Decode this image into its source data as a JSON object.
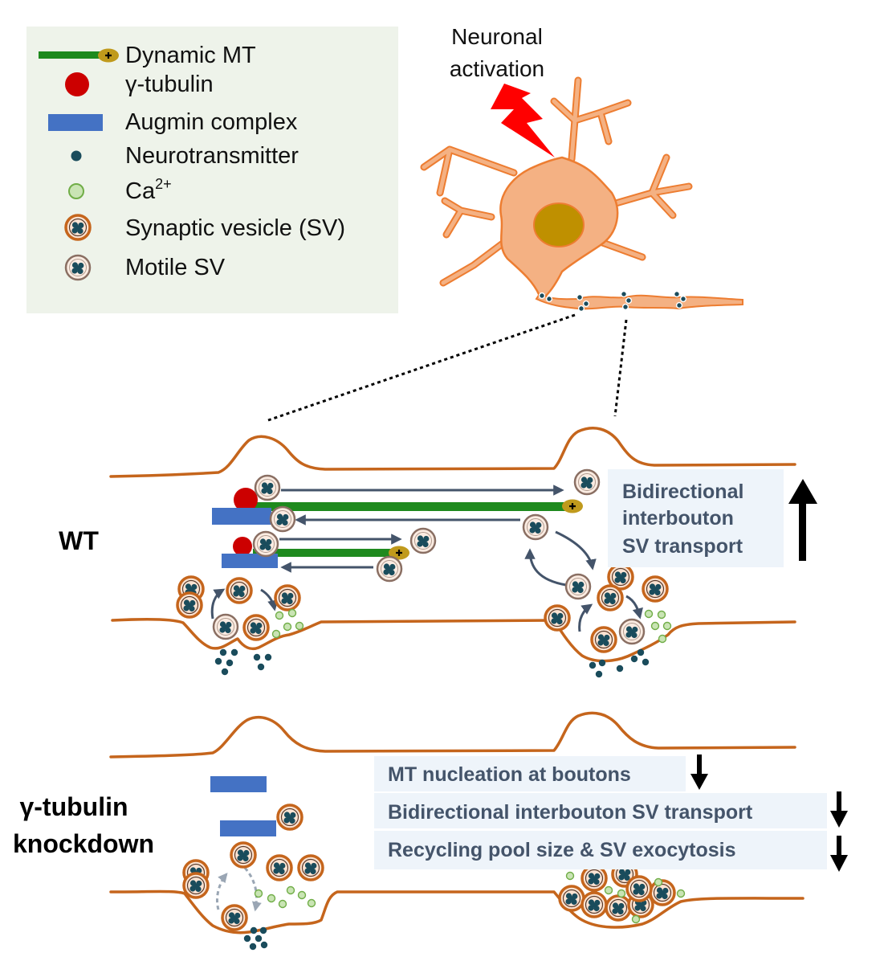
{
  "legend": {
    "items": [
      {
        "symbol": "dynamic-mt",
        "label": "Dynamic MT",
        "plus": "+"
      },
      {
        "symbol": "gamma-tubulin",
        "label": "γ-tubulin"
      },
      {
        "symbol": "augmin-complex",
        "label": "Augmin complex"
      },
      {
        "symbol": "neurotransmitter",
        "label": "Neurotransmitter"
      },
      {
        "symbol": "calcium",
        "label": "Ca",
        "sup": "2+"
      },
      {
        "symbol": "synaptic-vesicle",
        "label": "Synaptic vesicle (SV)"
      },
      {
        "symbol": "motile-sv",
        "label": "Motile SV"
      }
    ]
  },
  "neuron": {
    "activation_line1": "Neuronal",
    "activation_line2": "activation"
  },
  "wt": {
    "label": "WT",
    "plus": "+",
    "box_lines": [
      "Bidirectional",
      "interbouton",
      "SV transport"
    ],
    "trend": "up"
  },
  "knockdown": {
    "label_line1": "γ-tubulin",
    "label_line2": "knockdown",
    "effects": [
      {
        "text": "MT nucleation at boutons",
        "trend": "down"
      },
      {
        "text": "Bidirectional interbouton SV transport",
        "trend": "down"
      },
      {
        "text": "Recycling pool size & SV exocytosis",
        "trend": "down"
      }
    ]
  },
  "colors": {
    "membrane": "#c5651c",
    "microtubule": "#1e8a1e",
    "plus_end": "#c09a1c",
    "gamma_tubulin": "#cc0000",
    "augmin": "#4472c4",
    "neurotransmitter": "#1a4c5c",
    "calcium": "#a9d18e",
    "vesicle_ring": "#c5651c",
    "vesicle_fill": "#f8cbad",
    "motile_ring": "#8a6f63",
    "motile_fill": "#fbe9dd",
    "arrow": "#44546a",
    "neuron_fill": "#f4b183",
    "neuron_outline": "#ed7d31",
    "nucleus": "#bf9000",
    "bolt": "#ff0000",
    "legend_bg": "#eef3ea",
    "info_box_bg": "#eef4fa"
  }
}
